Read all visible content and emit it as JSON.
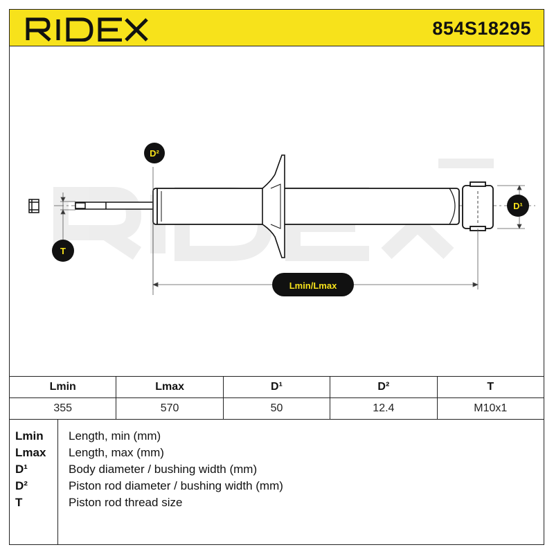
{
  "header": {
    "brand": "RIDEX",
    "part_number": "854S18295",
    "background_color": "#f7e21b"
  },
  "diagram": {
    "labels": {
      "d2": "D²",
      "d1": "D¹",
      "t": "T",
      "length": "Lmin/Lmax"
    },
    "watermark": "RIDEX",
    "bubble_color": "#111111",
    "bubble_text_color": "#f7e21b"
  },
  "specs": {
    "headers": [
      "Lmin",
      "Lmax",
      "D¹",
      "D²",
      "T"
    ],
    "values": [
      "355",
      "570",
      "50",
      "12.4",
      "M10x1"
    ]
  },
  "legend": [
    {
      "code": "Lmin",
      "desc": "Length, min (mm)"
    },
    {
      "code": "Lmax",
      "desc": "Length, max (mm)"
    },
    {
      "code": "D¹",
      "desc": "Body diameter / bushing width (mm)"
    },
    {
      "code": "D²",
      "desc": "Piston rod diameter / bushing width (mm)"
    },
    {
      "code": "T",
      "desc": "Piston rod thread size"
    }
  ]
}
